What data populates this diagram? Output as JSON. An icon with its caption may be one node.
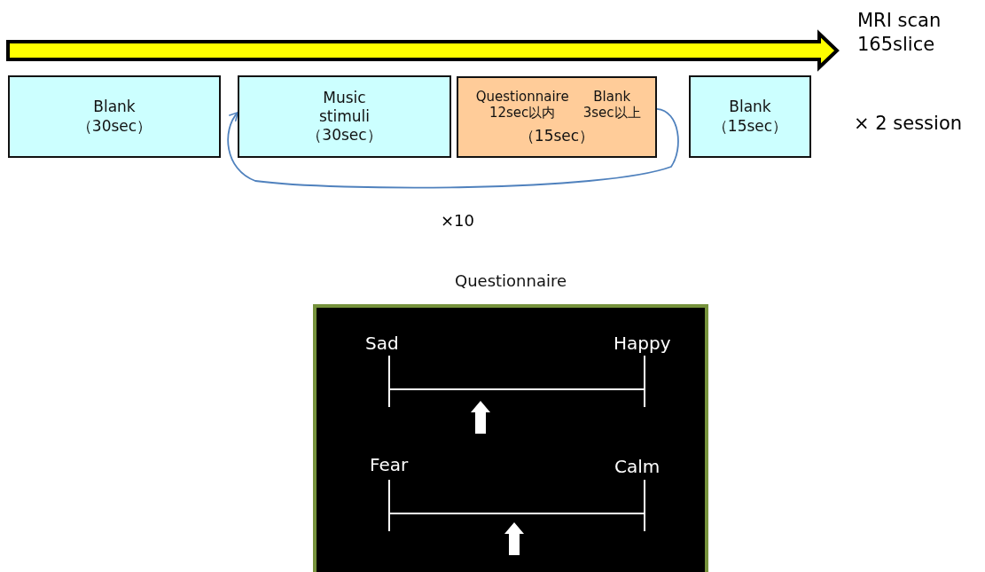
{
  "diagram": {
    "nodes": [
      {
        "text": [
          "Blank （30sec）"
        ]
      },
      {
        "text": [
          "Music stimuli （30sec）"
        ]
      },
      {
        "text": [
          "Questionnaire 12sec以内",
          "Blank 3sec以上",
          "（15sec）"
        ]
      },
      {
        "text": [
          "Blank （15sec）"
        ]
      },
      {
        "text": [
          "Questionnaire"
        ]
      }
    ],
    "edges": [
      {
        "from": 2,
        "to": 1,
        "arrow": "to",
        "label": "×10",
        "color": "#4f81bd"
      }
    ],
    "labels": [
      "MRI scan 165slice",
      "× 2 session",
      "Sad",
      "Happy",
      "Fear",
      "Calm"
    ]
  }
}
